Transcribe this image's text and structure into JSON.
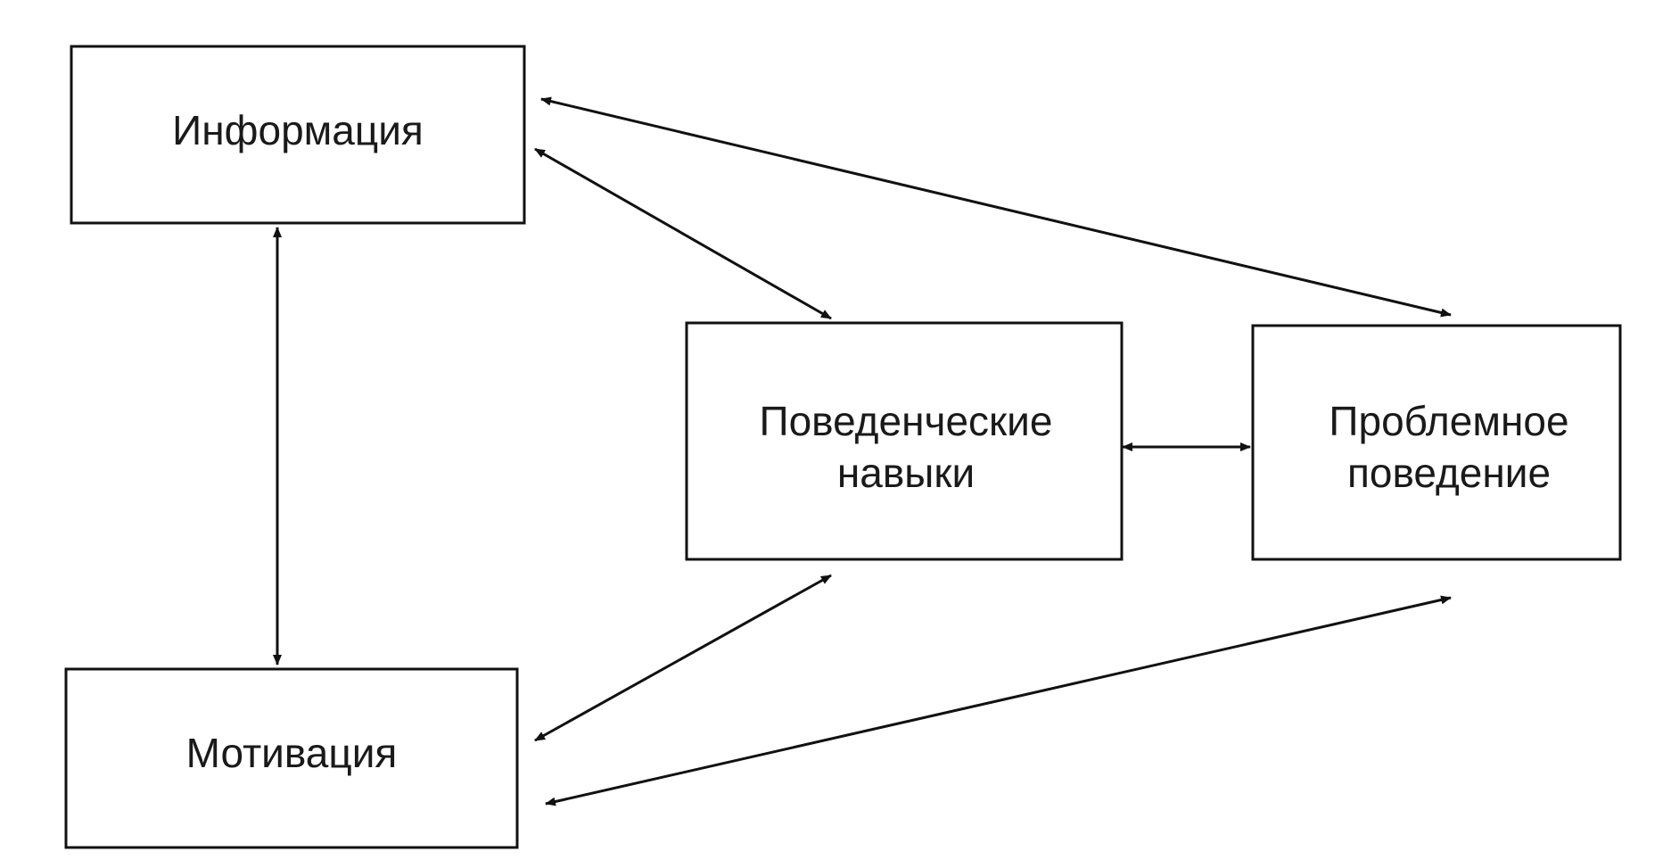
{
  "diagram": {
    "nodes": {
      "information": {
        "label": "Информация"
      },
      "motivation": {
        "label": "Мотивация"
      },
      "skills": {
        "line1": "Поведенческие",
        "line2": "навыки"
      },
      "problem": {
        "line1": "Проблемное",
        "line2": "поведение"
      }
    },
    "edges": [
      {
        "from": "information",
        "to": "motivation",
        "direction": "both"
      },
      {
        "from": "information",
        "to": "skills",
        "direction": "both"
      },
      {
        "from": "information",
        "to": "problem",
        "direction": "both"
      },
      {
        "from": "skills",
        "to": "problem",
        "direction": "both"
      },
      {
        "from": "motivation",
        "to": "skills",
        "direction": "both"
      },
      {
        "from": "motivation",
        "to": "problem",
        "direction": "both"
      }
    ],
    "colors": {
      "stroke": "#111111",
      "text": "#1a1a1a",
      "background": "#ffffff"
    }
  }
}
